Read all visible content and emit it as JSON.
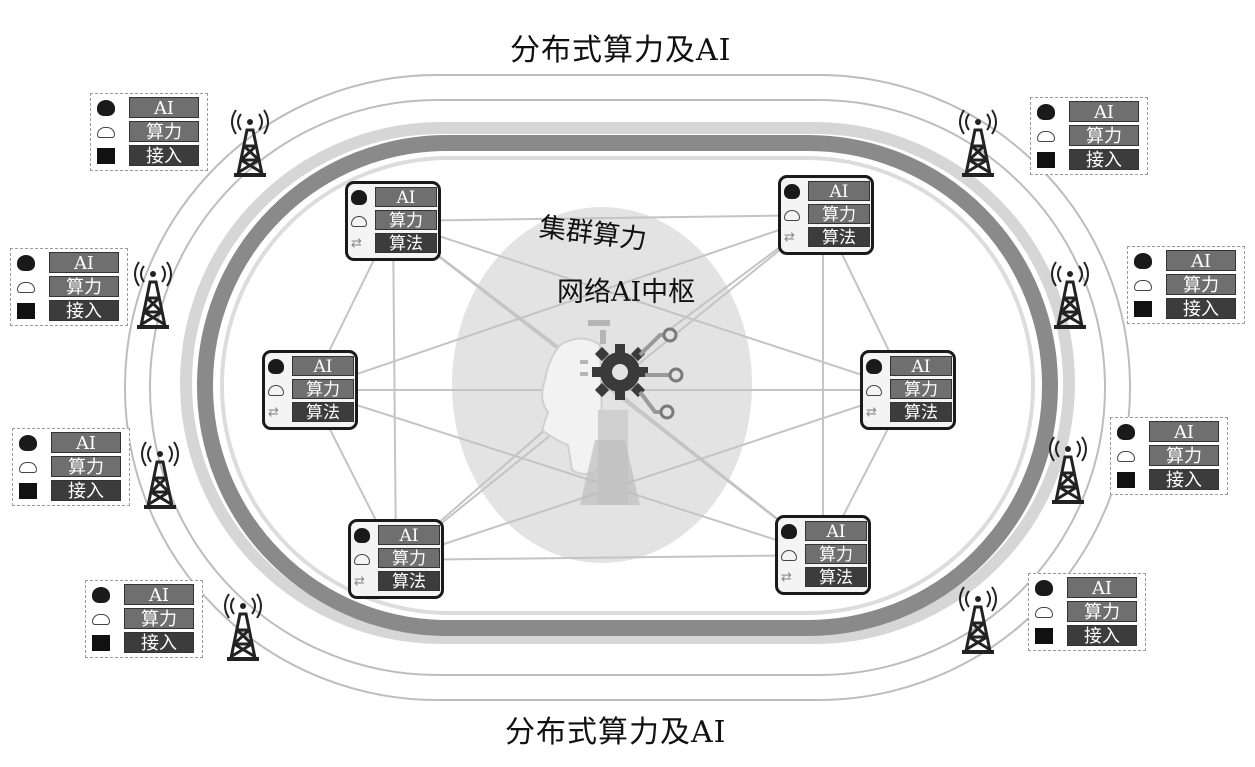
{
  "title_top": "分布式算力及AI",
  "title_bottom": "分布式算力及AI",
  "hub": {
    "cluster_label": "集群算力",
    "network_label": "网络AI中枢"
  },
  "edge_tag": {
    "ai_label": "AI",
    "compute_label": "算力",
    "access_label": "接入",
    "icons": [
      "head-icon",
      "cloud-icon",
      "access-block-icon"
    ]
  },
  "cluster_node": {
    "ai_label": "AI",
    "compute_label": "算力",
    "algorithm_label": "算法",
    "icons": [
      "head-icon",
      "cloud-icon",
      "arrows-icon"
    ]
  },
  "colors": {
    "track_dark": "#7d7d7d",
    "track_light": "#c8c8c8",
    "hub_fill": "#e3e3e3",
    "label_gray": "#6f6f6f",
    "label_dark": "#3c3c3c"
  }
}
